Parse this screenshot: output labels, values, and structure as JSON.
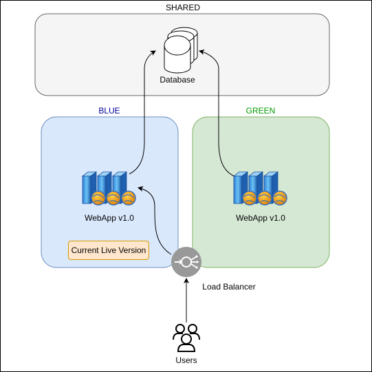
{
  "shared": {
    "label": "SHARED",
    "database_label": "Database"
  },
  "blue": {
    "label": "BLUE",
    "webapp_label": "WebApp v1.0",
    "live_badge": "Current Live Version"
  },
  "green": {
    "label": "GREEN",
    "webapp_label": "WebApp v1.0"
  },
  "load_balancer": {
    "label": "Load Balancer"
  },
  "users": {
    "label": "Users"
  },
  "colors": {
    "blue_fill": "#dae8fc",
    "blue_stroke": "#6c8ebf",
    "blue_text": "#000099",
    "green_fill": "#d5e8d4",
    "green_stroke": "#82b366",
    "green_text": "#009900",
    "shared_fill": "#f5f5f5",
    "shared_stroke": "#666666",
    "badge_fill": "#ffe6cc",
    "badge_stroke": "#d79b00",
    "lb_fill": "#999999"
  },
  "icons": {
    "database": "database-icon",
    "webapp": "server-cluster-icon",
    "load_balancer": "load-balancer-icon",
    "users": "users-icon"
  }
}
